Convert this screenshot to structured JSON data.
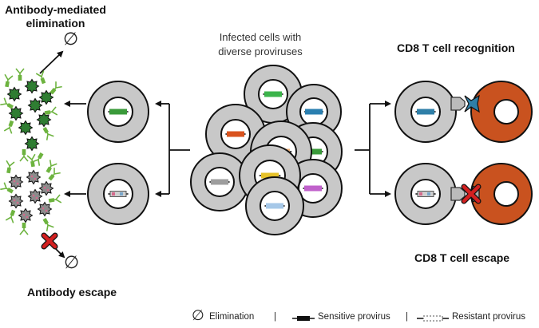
{
  "labels": {
    "antibody_elimination": "Antibody-mediated elimination",
    "antibody_escape": "Antibody escape",
    "center_title": "Infected cells with diverse proviruses",
    "cd8_recognition": "CD8 T cell recognition",
    "cd8_escape": "CD8 T cell escape",
    "empty_set_symbol": "∅"
  },
  "legend": {
    "elimination": "Elimination",
    "sensitive": "Sensitive provirus",
    "resistant": "Resistant provirus",
    "separator": "|"
  },
  "colors": {
    "cell_fill": "#c8c8c8",
    "cell_stroke": "#111111",
    "antibody": "#6db33f",
    "virion_sensitive": "#2f7d32",
    "virion_resistant": "#8c8c8c",
    "virion_resistant_spots": "#d46a8c",
    "cd8_cell": "#c9521f",
    "tcr": "#2f7fa8",
    "block_x": "#d32020",
    "sensitive_provirus": "#3a9a3a",
    "cd8_provirus": "#2f7fa8"
  },
  "provirus_colors": [
    "#3cb44b",
    "#d9531e",
    "#2a7fb0",
    "#f0b27a",
    "#3a9a3a",
    "#9e9e9e",
    "#e6c229",
    "#c061cb",
    "#a6c8e8"
  ],
  "icons": [
    "empty-set-icon",
    "red-x-icon",
    "antibody-icon",
    "virion-icon"
  ]
}
